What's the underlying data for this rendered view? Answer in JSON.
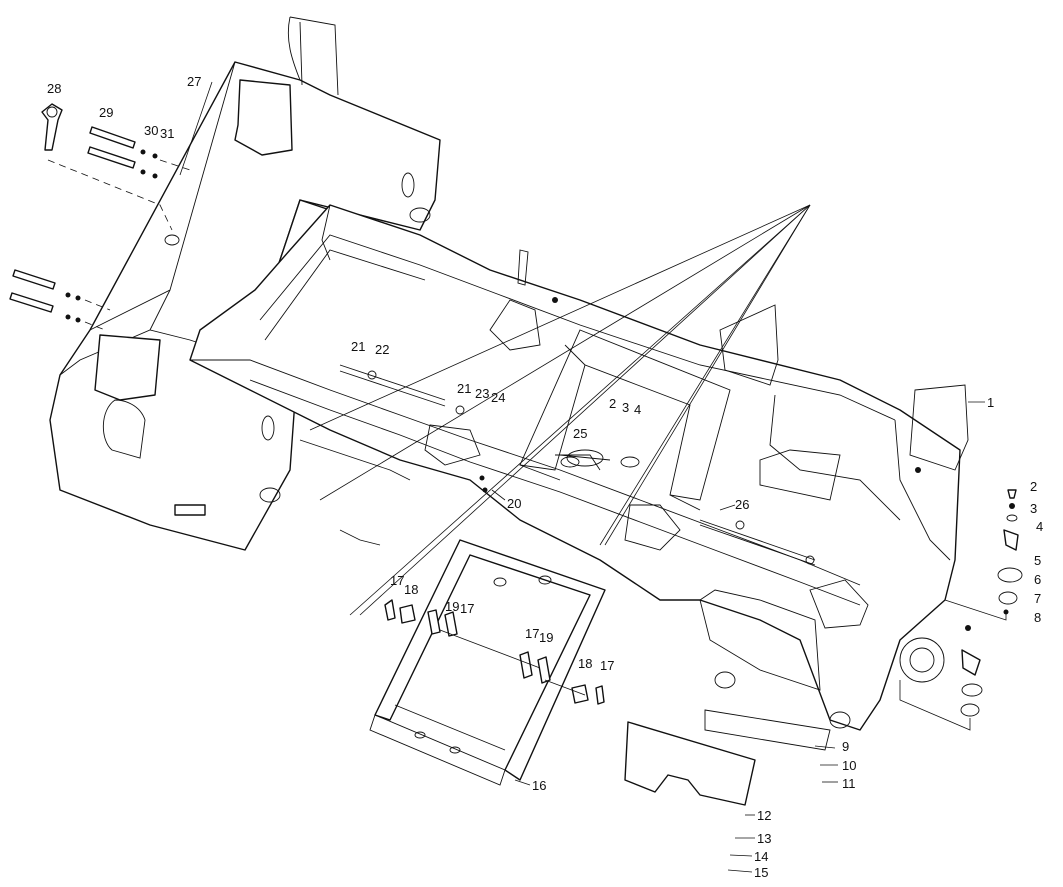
{
  "labels": [
    {
      "id": "1",
      "text": "1"
    },
    {
      "id": "2a",
      "text": "2"
    },
    {
      "id": "2b",
      "text": "2"
    },
    {
      "id": "3a",
      "text": "3"
    },
    {
      "id": "3b",
      "text": "3"
    },
    {
      "id": "4a",
      "text": "4"
    },
    {
      "id": "4b",
      "text": "4"
    },
    {
      "id": "5",
      "text": "5"
    },
    {
      "id": "6",
      "text": "6"
    },
    {
      "id": "7",
      "text": "7"
    },
    {
      "id": "8",
      "text": "8"
    },
    {
      "id": "9",
      "text": "9"
    },
    {
      "id": "10",
      "text": "10"
    },
    {
      "id": "11",
      "text": "11"
    },
    {
      "id": "12",
      "text": "12"
    },
    {
      "id": "13",
      "text": "13"
    },
    {
      "id": "14",
      "text": "14"
    },
    {
      "id": "15",
      "text": "15"
    },
    {
      "id": "16",
      "text": "16"
    },
    {
      "id": "17a",
      "text": "17"
    },
    {
      "id": "17b",
      "text": "17"
    },
    {
      "id": "17c",
      "text": "17"
    },
    {
      "id": "17d",
      "text": "17"
    },
    {
      "id": "18a",
      "text": "18"
    },
    {
      "id": "18b",
      "text": "18"
    },
    {
      "id": "19a",
      "text": "19"
    },
    {
      "id": "19b",
      "text": "19"
    },
    {
      "id": "20",
      "text": "20"
    },
    {
      "id": "21a",
      "text": "21"
    },
    {
      "id": "21b",
      "text": "21"
    },
    {
      "id": "22",
      "text": "22"
    },
    {
      "id": "23",
      "text": "23"
    },
    {
      "id": "24",
      "text": "24"
    },
    {
      "id": "25",
      "text": "25"
    },
    {
      "id": "26",
      "text": "26"
    },
    {
      "id": "27",
      "text": "27"
    },
    {
      "id": "28",
      "text": "28"
    },
    {
      "id": "29",
      "text": "29"
    },
    {
      "id": "30",
      "text": "30"
    },
    {
      "id": "31",
      "text": "31"
    }
  ]
}
